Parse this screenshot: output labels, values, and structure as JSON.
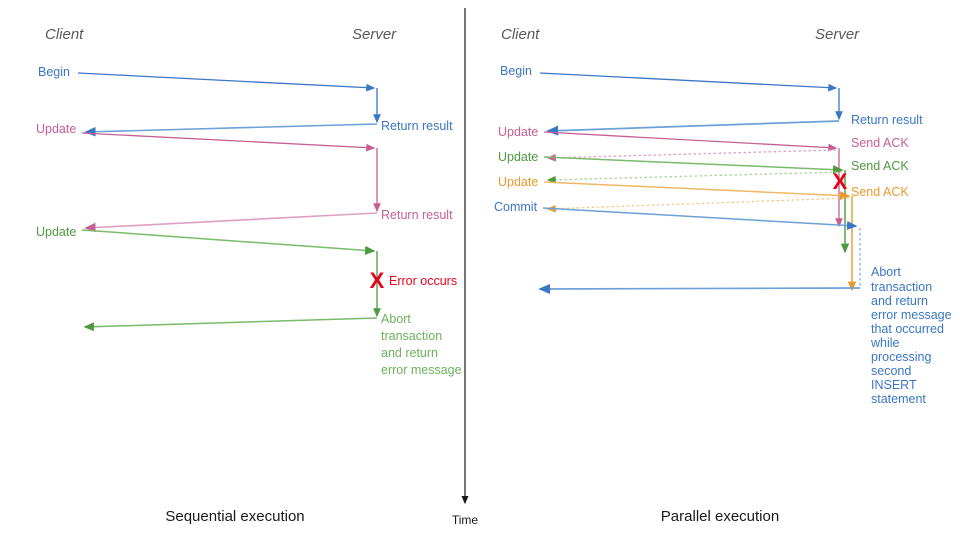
{
  "colors": {
    "blue": "#3a77c4",
    "blue_light": "#7ba7dd",
    "pink": "#c75f92",
    "pink_light": "#dda0c0",
    "green": "#4e9a3f",
    "green_light": "#8fc97f",
    "orange": "#e79a2f",
    "orange_light": "#f1bf77",
    "red": "#e8001c",
    "gray": "#595959",
    "black": "#1a1a1a"
  },
  "time_axis": {
    "label": "Time"
  },
  "panels": [
    {
      "id": "sequential",
      "caption": "Sequential execution",
      "client_title": "Client",
      "server_title": "Server",
      "messages": [
        {
          "label": "Begin",
          "color": "blue",
          "side": "client"
        },
        {
          "label": "Return result",
          "color": "blue",
          "side": "server"
        },
        {
          "label": "Update",
          "color": "pink",
          "side": "client"
        },
        {
          "label": "Return result",
          "color": "pink",
          "side": "server"
        },
        {
          "label": "Update",
          "color": "green",
          "side": "client"
        },
        {
          "label": "Error occurs",
          "color": "red",
          "side": "server"
        }
      ],
      "abort_note": [
        "Abort",
        "transaction",
        "and return",
        "error message"
      ],
      "abort_color": "green",
      "error_marker": "X"
    },
    {
      "id": "parallel",
      "caption": "Parallel execution",
      "client_title": "Client",
      "server_title": "Server",
      "messages": [
        {
          "label": "Begin",
          "color": "blue",
          "side": "client"
        },
        {
          "label": "Return result",
          "color": "blue",
          "side": "server"
        },
        {
          "label": "Update",
          "color": "pink",
          "side": "client"
        },
        {
          "label": "Send ACK",
          "color": "pink",
          "side": "server"
        },
        {
          "label": "Update",
          "color": "green",
          "side": "client"
        },
        {
          "label": "Send ACK",
          "color": "green",
          "side": "server"
        },
        {
          "label": "Update",
          "color": "orange",
          "side": "client"
        },
        {
          "label": "Send ACK",
          "color": "orange",
          "side": "server"
        },
        {
          "label": "Commit",
          "color": "blue",
          "side": "client"
        }
      ],
      "abort_note": [
        "Abort",
        "transaction",
        "and return",
        "error message",
        "that occurred",
        "while",
        "processing",
        "second",
        "INSERT",
        "statement"
      ],
      "abort_color": "blue",
      "error_marker": "X"
    }
  ]
}
